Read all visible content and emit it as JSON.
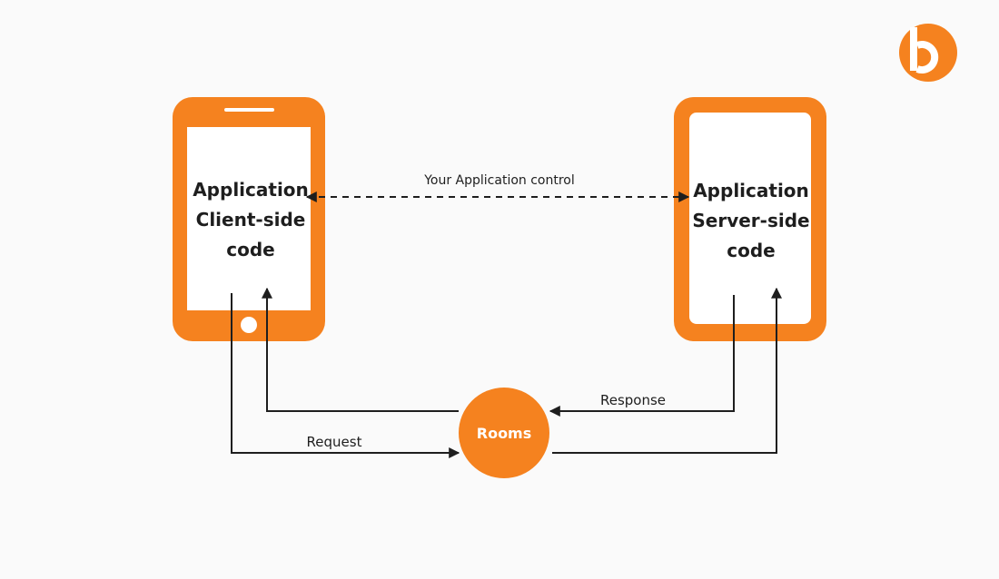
{
  "colors": {
    "accent": "#f5821f",
    "ink": "#1e1e1e",
    "background": "#fafafa"
  },
  "logo": {
    "icon": "brand-logo-icon"
  },
  "client": {
    "line1": "Application",
    "line2": "Client-side",
    "line3": "code"
  },
  "server": {
    "line1": "Application",
    "line2": "Server-side",
    "line3": "code"
  },
  "hub": {
    "label": "Rooms"
  },
  "flows": {
    "control": "Your Application control",
    "request": "Request",
    "response": "Response"
  }
}
